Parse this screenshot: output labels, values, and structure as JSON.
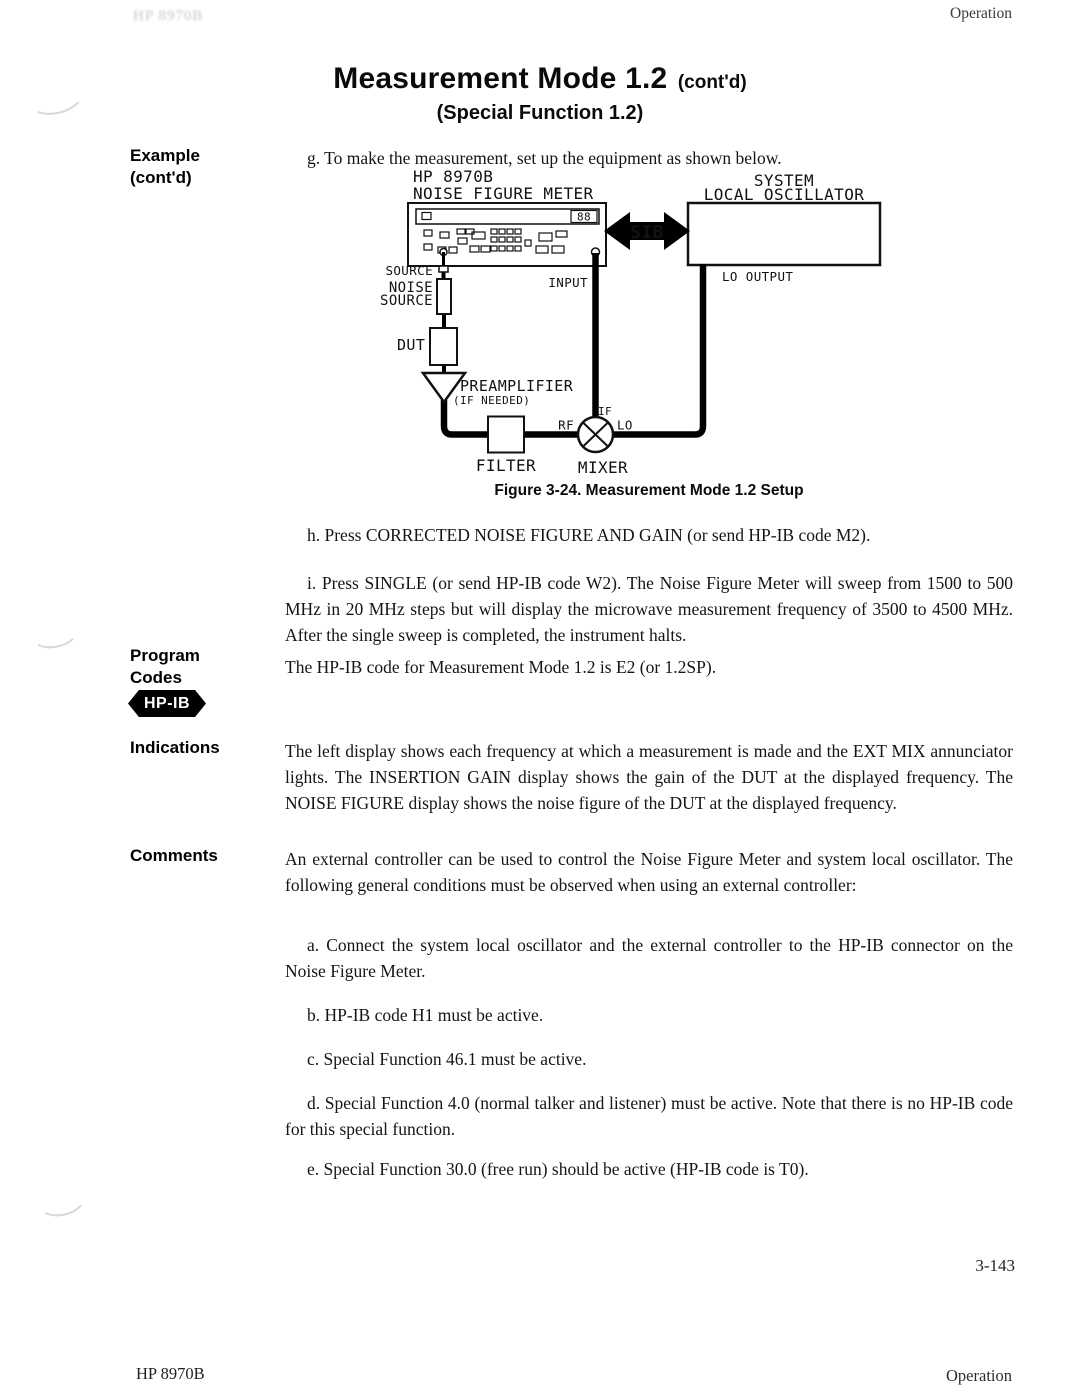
{
  "colors": {
    "ink": "#111111",
    "paper": "#ffffff"
  },
  "header": {
    "left_faded": "HP 8970B",
    "right": "Operation"
  },
  "title": {
    "main": "Measurement Mode 1.2",
    "contd": "(cont'd)",
    "subtitle": "(Special Function 1.2)"
  },
  "sidebar": {
    "example": "Example",
    "example_contd": "(cont'd)",
    "program": "Program",
    "codes": "Codes",
    "hpib_badge": "HP-IB",
    "indications": "Indications",
    "comments": "Comments"
  },
  "content": {
    "step_g": "g. To make the measurement, set up the equipment as shown below.",
    "figure_caption": "Figure 3-24. Measurement Mode 1.2 Setup",
    "step_h": "h. Press CORRECTED NOISE FIGURE AND GAIN (or send HP-IB code M2).",
    "step_i": "i. Press SINGLE (or send HP-IB code W2). The Noise Figure Meter will sweep from 1500 to 500 MHz in 20 MHz steps but will display the microwave measurement frequency of 3500 to 4500 MHz. After the single sweep is completed, the instrument halts.",
    "program_codes_text": "The HP-IB code for Measurement Mode 1.2 is E2 (or 1.2SP).",
    "indications_text": "The left display shows each frequency at which a measurement is made and the EXT MIX annunciator lights. The INSERTION GAIN display shows the gain of the DUT at the displayed frequency. The NOISE FIGURE display shows the noise figure of the DUT at the displayed frequency.",
    "comments_intro": "An external controller can be used to control the Noise Figure Meter and system local oscillator. The following general conditions must be observed when using an external controller:",
    "item_a": "a. Connect the system local oscillator and the external controller to the HP-IB connector on the Noise Figure Meter.",
    "item_b": "b. HP-IB code H1 must be active.",
    "item_c": "c. Special Function 46.1 must be active.",
    "item_d": "d. Special Function 4.0 (normal talker and listener) must be active. Note that there is no HP-IB code for this special function.",
    "item_e": "e. Special Function 30.0 (free run) should be active (HP-IB code is T0)."
  },
  "diagram": {
    "nfm_title_line1": "HP 8970B",
    "nfm_title_line2": "NOISE FIGURE METER",
    "lo_title_line1": "SYSTEM",
    "lo_title_line2": "LOCAL OSCILLATOR",
    "display_digits": "88",
    "sib_label": "SIB",
    "source_port": "SOURCE",
    "noise_line1": "NOISE",
    "noise_line2": "SOURCE",
    "dut": "DUT",
    "preamp": "PREAMPLIFIER",
    "preamp_note": "(IF NEEDED)",
    "input_port": "INPUT",
    "lo_output": "LO OUTPUT",
    "filter": "FILTER",
    "mixer": "MIXER",
    "rf": "RF",
    "lo": "LO",
    "if": "IF"
  },
  "footer": {
    "page_number": "3-143",
    "left": "HP 8970B",
    "right": "Operation"
  }
}
